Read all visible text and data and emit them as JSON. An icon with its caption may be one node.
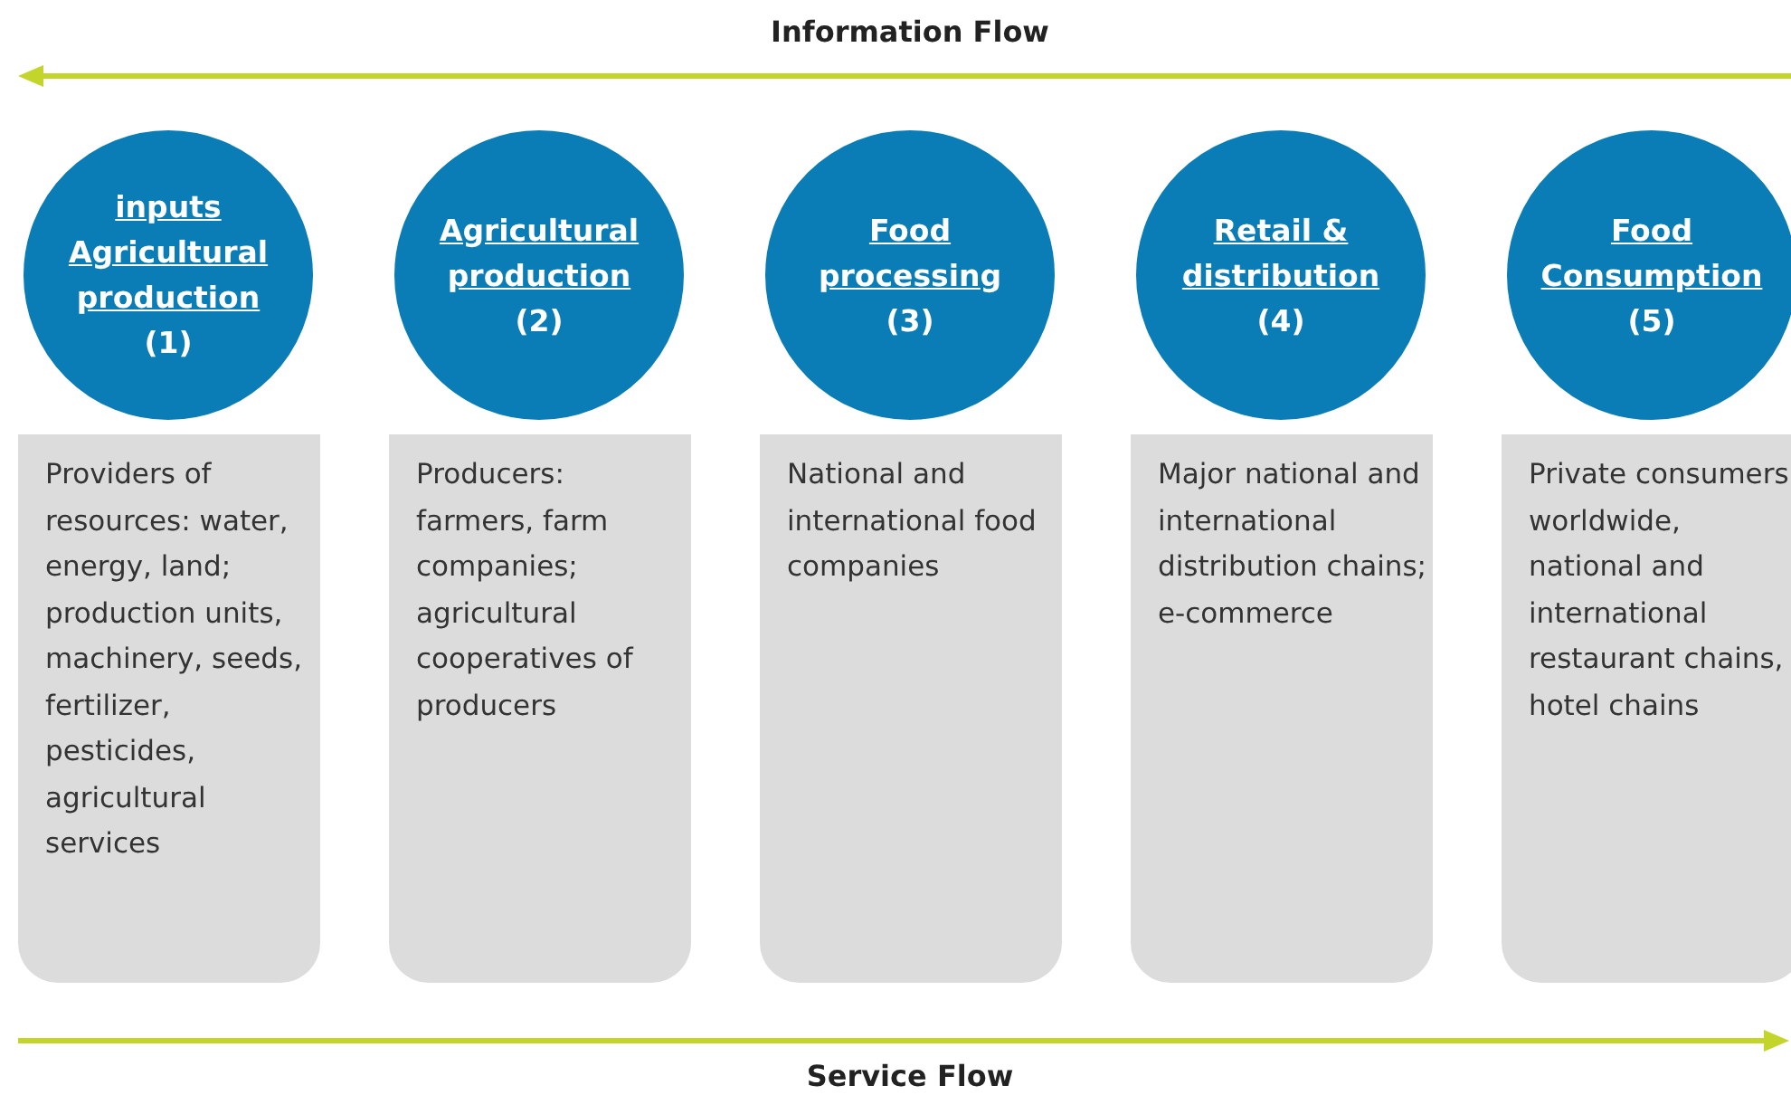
{
  "diagram": {
    "nodes": [
      {
        "text": [
          "inputs Agricultural production",
          "(1)"
        ]
      },
      {
        "text": [
          "Providers of resources: water, energy, land; production units, machinery, seeds, fertilizer, pesticides, agricultural services"
        ]
      },
      {
        "text": [
          "Agricultural production",
          "(2)"
        ]
      },
      {
        "text": [
          "Producers: farmers, farm companies; agricultural cooperatives of producers"
        ]
      },
      {
        "text": [
          "Food processing",
          "(3)"
        ]
      },
      {
        "text": [
          "National and international food companies"
        ]
      },
      {
        "text": [
          "Retail & distribution",
          "(4)"
        ]
      },
      {
        "text": [
          "Major national and international distribution chains; e-commerce"
        ]
      },
      {
        "text": [
          "Food Consumption",
          "(5)"
        ]
      },
      {
        "text": [
          "Private consumers worldwide, national and international restaurant chains, hotel chains"
        ]
      }
    ],
    "edges": [],
    "labels": [
      "Information Flow",
      "Service Flow"
    ]
  }
}
